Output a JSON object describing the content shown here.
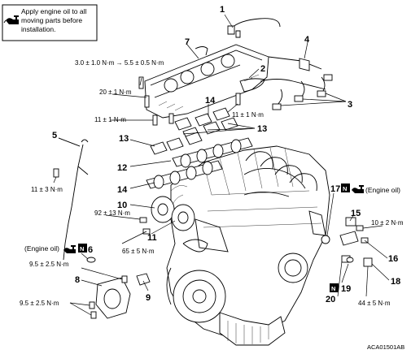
{
  "note_box": {
    "lines": [
      "Apply engine oil to all",
      "moving parts before",
      "installation."
    ]
  },
  "callouts": {
    "n1": "1",
    "n2": "2",
    "n3": "3",
    "n4": "4",
    "n5": "5",
    "n6": "6",
    "n7": "7",
    "n8": "8",
    "n9": "9",
    "n10": "10",
    "n11": "11",
    "n12": "12",
    "n13a": "13",
    "n13b": "13",
    "n14a": "14",
    "n14b": "14",
    "n15": "15",
    "n16": "16",
    "n17": "17",
    "n18": "18",
    "n19": "19",
    "n20": "20"
  },
  "torques": {
    "t1": "3.0 ± 1.0 N·m → 5.5 ± 0.5 N·m",
    "t2": "20 ± 1 N·m",
    "t3": "11 ± 1 N·m",
    "t4": "11 ± 1 N·m",
    "t5": "11 ± 3 N·m",
    "t6": "92 ± 13 N·m",
    "t7": "65 ± 5 N·m",
    "t8": "9.5 ± 2.5 N·m",
    "t9": "9.5 ± 2.5 N·m",
    "t10": "10 ± 2 N·m",
    "t11": "44 ± 5 N·m"
  },
  "engine_oil_labels": {
    "right": "(Engine oil)",
    "left": "(Engine oil)"
  },
  "symbols": {
    "new_part": "N",
    "oil_icon": "oil-can-icon"
  },
  "figure_code": "ACA01501AB"
}
